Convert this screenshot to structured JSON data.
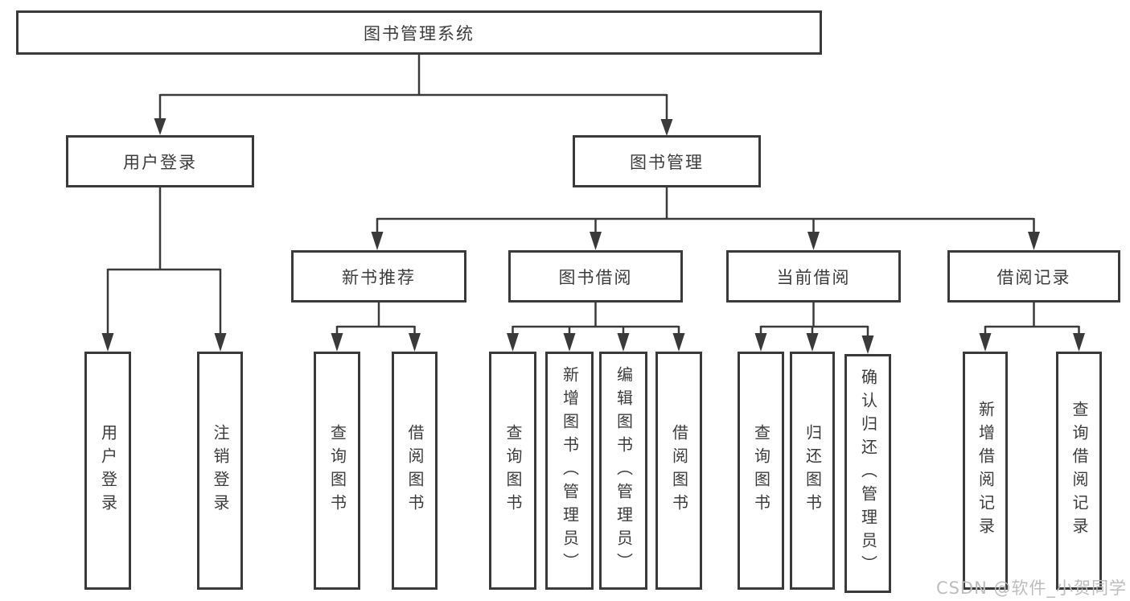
{
  "colors": {
    "line": "#3a3a3a",
    "text": "#3c3c3c",
    "watermark": "#bdbdbd",
    "background": "#ffffff"
  },
  "watermark": {
    "text": "CSDN @软件_小贺同学"
  },
  "tree": {
    "root": "图书管理系统",
    "children": [
      {
        "label": "用户登录",
        "children": [
          "用户登录",
          "注销登录"
        ]
      },
      {
        "label": "图书管理",
        "children": [
          {
            "label": "新书推荐",
            "children": [
              "查询图书",
              "借阅图书"
            ]
          },
          {
            "label": "图书借阅",
            "children": [
              "查询图书",
              "新增图书（管理员）",
              "编辑图书（管理员）",
              "借阅图书"
            ]
          },
          {
            "label": "当前借阅",
            "children": [
              "查询图书",
              "归还图书",
              "确认归还（管理员）"
            ]
          },
          {
            "label": "借阅记录",
            "children": [
              "新增借阅记录",
              "查询借阅记录"
            ]
          }
        ]
      }
    ]
  }
}
